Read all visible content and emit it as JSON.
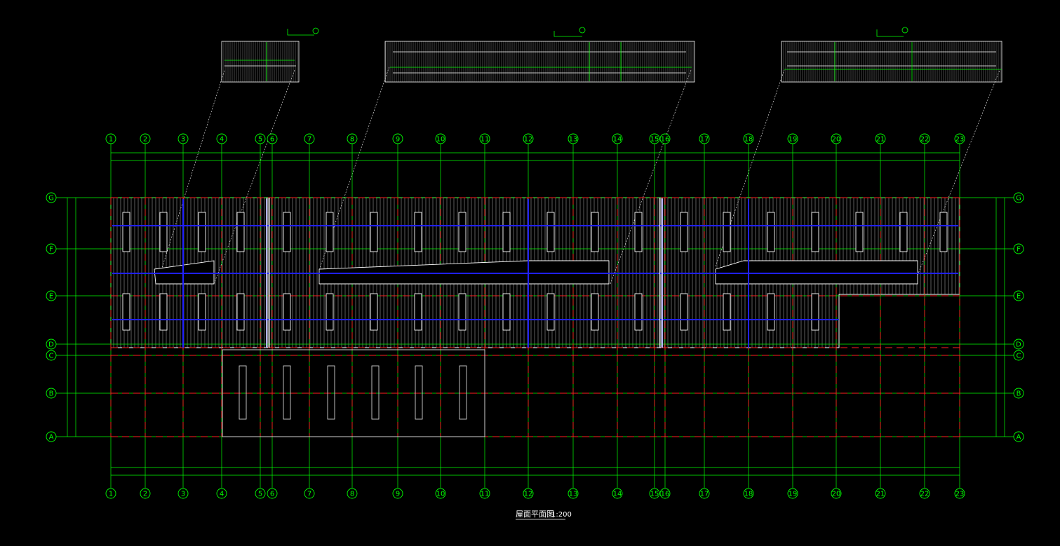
{
  "drawing": {
    "title": "屋面平面图",
    "scale": "1:200",
    "column_axes": [
      "1",
      "2",
      "3",
      "4",
      "5",
      "6",
      "7",
      "8",
      "9",
      "10",
      "11",
      "12",
      "13",
      "14",
      "15",
      "16",
      "17",
      "18",
      "19",
      "20",
      "21",
      "22",
      "23"
    ],
    "row_axes": [
      "G",
      "F",
      "E",
      "D",
      "C",
      "B",
      "A"
    ]
  },
  "colors": {
    "background": "#000000",
    "axis": "#00ff00",
    "grid_dashed": "#ff2020",
    "beam": "#1a1aff",
    "outline": "#ffffff",
    "hatch": "#b8b8b8",
    "dimension": "#00ff00"
  }
}
